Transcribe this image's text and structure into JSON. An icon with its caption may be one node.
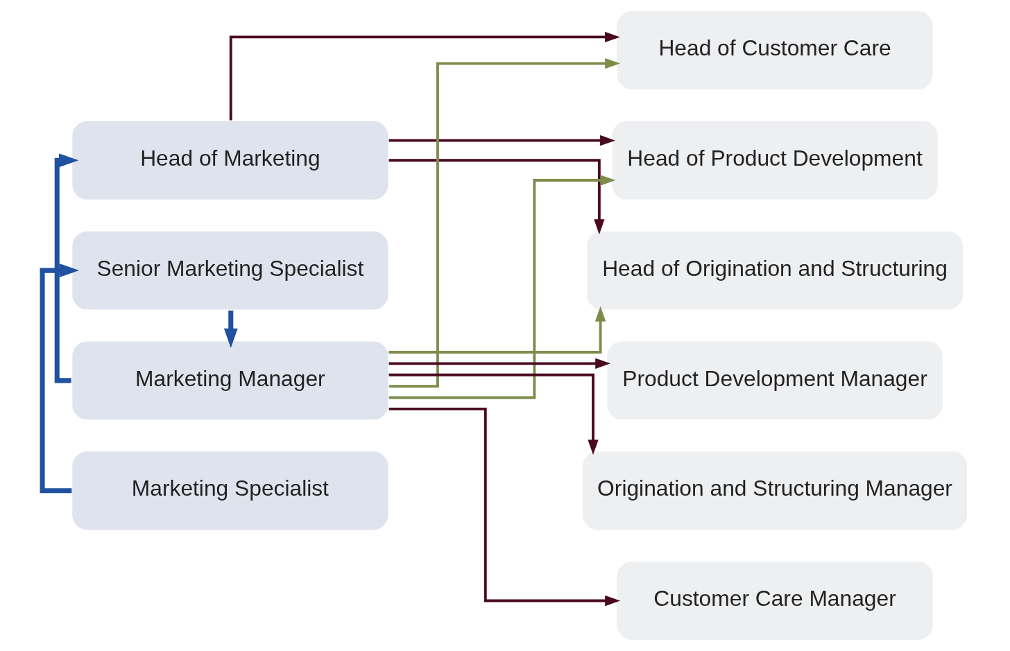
{
  "diagram": {
    "nodes": [
      {
        "text": [
          "Head of Marketing"
        ]
      },
      {
        "text": [
          "Marketing Manager"
        ]
      },
      {
        "text": [
          "Senior Marketing Specialist"
        ]
      },
      {
        "text": [
          "Marketing Specialist"
        ]
      },
      {
        "text": [
          "Head of Customer Care"
        ]
      },
      {
        "text": [
          "Head of Product Development"
        ]
      },
      {
        "text": [
          "Head of Origination and Structuring"
        ]
      },
      {
        "text": [
          "Product Development Manager"
        ]
      },
      {
        "text": [
          "Origination and Structuring Manager"
        ]
      },
      {
        "text": [
          "Customer Care Manager"
        ]
      }
    ],
    "edges": [
      {
        "from": 1,
        "to": 0,
        "arrow": "to",
        "style": "thick",
        "color": "#1f52a0"
      },
      {
        "from": 2,
        "to": 1,
        "arrow": "to",
        "style": "thick",
        "color": "#1f52a0"
      },
      {
        "from": 3,
        "to": 2,
        "arrow": "to",
        "style": "thick",
        "color": "#1f52a0"
      },
      {
        "from": 0,
        "to": 4,
        "arrow": "to"
      },
      {
        "from": 0,
        "to": 5,
        "arrow": "to"
      },
      {
        "from": 0,
        "to": 6,
        "arrow": "to"
      },
      {
        "from": 1,
        "to": 4,
        "arrow": "to",
        "color": "#7d8c4a"
      },
      {
        "from": 1,
        "to": 5,
        "arrow": "to",
        "color": "#7d8c4a"
      },
      {
        "from": 1,
        "to": 6,
        "arrow": "to",
        "color": "#7d8c4a"
      },
      {
        "from": 1,
        "to": 7,
        "arrow": "to"
      },
      {
        "from": 1,
        "to": 8,
        "arrow": "to"
      },
      {
        "from": 1,
        "to": 9,
        "arrow": "to"
      }
    ]
  }
}
